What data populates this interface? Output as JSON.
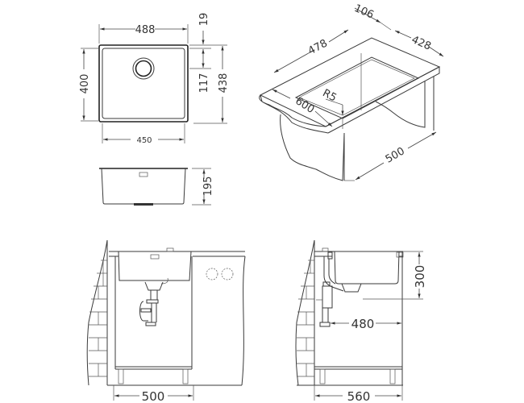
{
  "top_view": {
    "width_outer": "488",
    "width_inner": "450",
    "height_inner": "400",
    "offset_top": "19",
    "drain_offset": "117",
    "height_outer": "438"
  },
  "section_view": {
    "depth": "195"
  },
  "iso_view": {
    "dim_106": "106",
    "dim_478": "478",
    "dim_428": "428",
    "radius": "R5",
    "dim_600": "600",
    "dim_500": "500"
  },
  "front_cabinet": {
    "cabinet_width": "500"
  },
  "side_cabinet": {
    "bowl_depth": "300",
    "drain_dist": "480",
    "cabinet_depth": "560"
  }
}
